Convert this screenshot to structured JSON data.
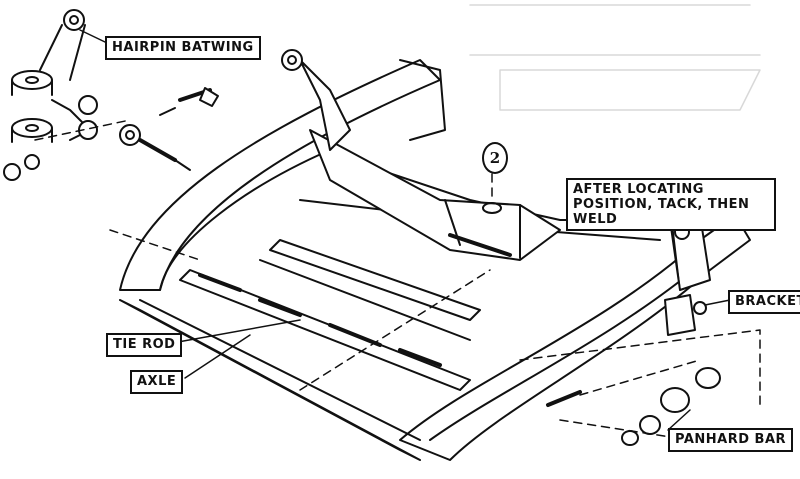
{
  "diagram": {
    "labels": {
      "hairpin_batwing": "HAIRPIN BATWING",
      "after_locating": "AFTER LOCATING POSITION, TACK, THEN WELD",
      "bracket": "BRACKET",
      "tie_rod": "TIE ROD",
      "axle": "AXLE",
      "panhard_bar": "PANHARD BAR",
      "step_number": "2"
    },
    "colors": {
      "ink": "#111111",
      "paper": "#ffffff",
      "faded": "#d8d8d8"
    }
  }
}
